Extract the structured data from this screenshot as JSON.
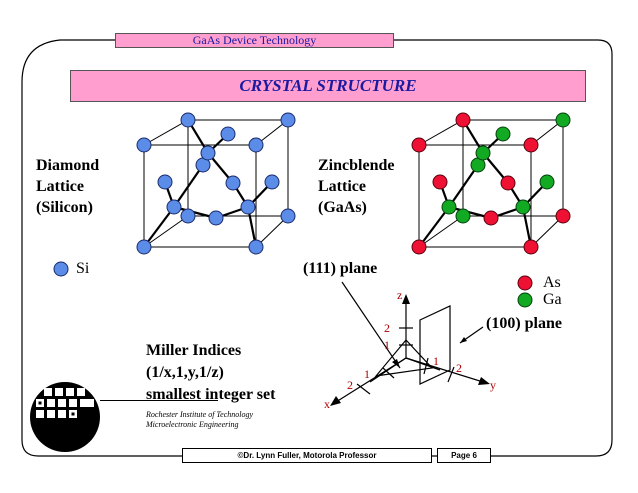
{
  "header": {
    "tab_title": "GaAs Device Technology"
  },
  "slide": {
    "title": "CRYSTAL STRUCTURE",
    "diamond_label": [
      "Diamond",
      "Lattice",
      "(Silicon)"
    ],
    "zincblende_label": [
      "Zincblende",
      "Lattice",
      "(GaAs)"
    ],
    "legend_si": "Si",
    "legend_as": "As",
    "legend_ga": "Ga",
    "plane_111": "(111) plane",
    "plane_100": "(100) plane",
    "miller": [
      "Miller Indices",
      "(1/x,1,y,1/z)",
      "smallest integer set"
    ],
    "axis": {
      "x": "x",
      "y": "y",
      "z": "z"
    },
    "tick_labels": [
      "2",
      "1",
      "1",
      "2",
      "1",
      "2"
    ]
  },
  "footer": {
    "institution": [
      "Rochester Institute of Technology",
      "Microelectronic Engineering"
    ],
    "author": "©Dr. Lynn Fuller, Motorola Professor",
    "page": "Page 6"
  },
  "colors": {
    "pink": "#ff9ecf",
    "title_text": "#1a1aa0",
    "si_blue": "#5b8de8",
    "as_red": "#ee1133",
    "ga_green": "#11aa22",
    "tick_red": "#b00000"
  }
}
